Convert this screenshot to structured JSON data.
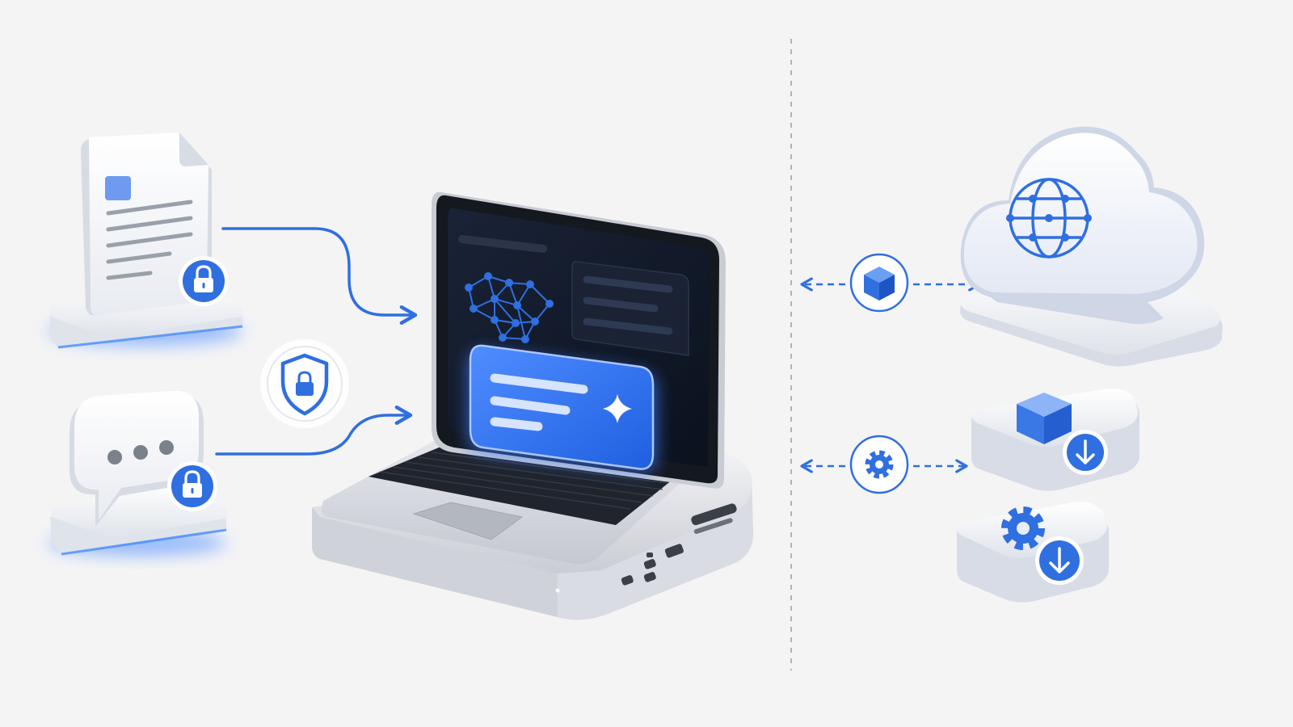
{
  "colors": {
    "background": "#f4f4f5",
    "accent": "#2f6fe0",
    "accent_light": "#5a8ef0",
    "screen": "#0f1626",
    "white": "#ffffff",
    "divider": "#b3b3b6"
  },
  "diagram": {
    "nodes": [
      {
        "id": "document-block",
        "icon": "document-icon",
        "badge": "lock-icon"
      },
      {
        "id": "chat-block",
        "icon": "chat-bubble-icon",
        "badge": "lock-icon"
      },
      {
        "id": "shield-badge",
        "icon": "shield-lock-icon"
      },
      {
        "id": "local-laptop",
        "icon": "laptop-icon",
        "screen_icons": [
          "neural-network-icon",
          "sparkle-icon"
        ]
      },
      {
        "id": "cloud-block",
        "icon": "globe-icon"
      },
      {
        "id": "package-download-block",
        "icon": "cube-icon",
        "badge": "download-arrow-icon"
      },
      {
        "id": "settings-download-block",
        "icon": "gear-icon",
        "badge": "download-arrow-icon"
      },
      {
        "id": "cube-connector",
        "icon": "cube-icon"
      },
      {
        "id": "gear-connector",
        "icon": "gear-icon"
      }
    ],
    "edges": [
      {
        "from": "document-block",
        "to": "local-laptop",
        "style": "solid"
      },
      {
        "from": "chat-block",
        "to": "local-laptop",
        "style": "solid"
      },
      {
        "from": "local-laptop",
        "to": "cloud-block",
        "via": "cube-connector",
        "style": "dashed",
        "bidirectional": true
      },
      {
        "from": "local-laptop",
        "to": "package-download-block",
        "via": "gear-connector",
        "style": "dashed",
        "bidirectional": true
      }
    ],
    "divider": {
      "style": "dashed",
      "orientation": "vertical"
    }
  }
}
